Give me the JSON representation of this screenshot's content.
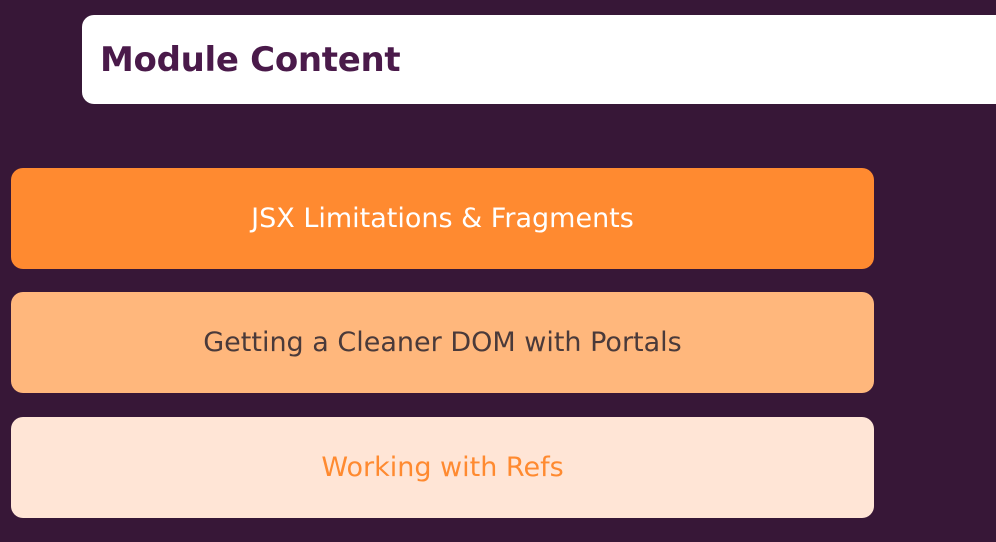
{
  "header": {
    "title": "Module Content"
  },
  "modules": [
    {
      "label": "JSX Limitations & Fragments"
    },
    {
      "label": "Getting a Cleaner DOM with Portals"
    },
    {
      "label": "Working with Refs"
    }
  ],
  "colors": {
    "background": "#371737",
    "title_bg": "#ffffff",
    "title_text": "#4a1a4a",
    "active": "#ff8a30",
    "mid": "#ffb77c",
    "light": "#ffe5d6"
  }
}
